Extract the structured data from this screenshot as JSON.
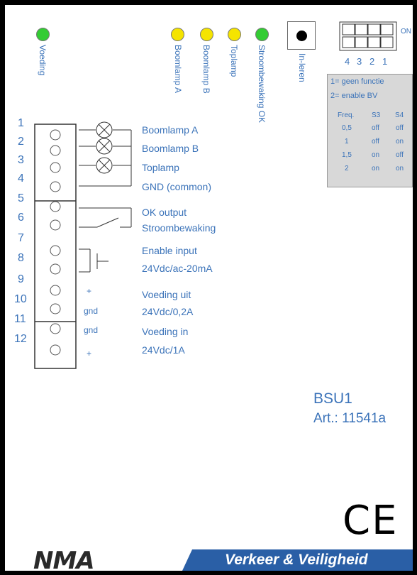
{
  "leds": {
    "voeding": {
      "label": "Voeding",
      "color": "#33cc33"
    },
    "boomlamp_a": {
      "label": "Boomlamp A",
      "color": "#f5e400"
    },
    "boomlamp_b": {
      "label": "Boomlamp B",
      "color": "#f5e400"
    },
    "toplamp": {
      "label": "Toplamp",
      "color": "#f5e400"
    },
    "stroombewaking": {
      "label": "Stroombewaking OK",
      "color": "#33cc33"
    }
  },
  "inleren": {
    "label": "In-leren"
  },
  "dip": {
    "on_label": "ON",
    "numbers": [
      "4",
      "3",
      "2",
      "1"
    ]
  },
  "info": {
    "line1": "1= geen functie",
    "line2": "2= enable BV",
    "headers": [
      "Freq.",
      "S3",
      "S4"
    ],
    "rows": [
      [
        "0,5",
        "off",
        "off"
      ],
      [
        "1",
        "off",
        "on"
      ],
      [
        "1,5",
        "on",
        "off"
      ],
      [
        "2",
        "on",
        "on"
      ]
    ]
  },
  "pins": [
    "1",
    "2",
    "3",
    "4",
    "5",
    "6",
    "7",
    "8",
    "9",
    "10",
    "11",
    "12"
  ],
  "terminal_labels": {
    "boomlamp_a": "Boomlamp A",
    "boomlamp_b": "Boomlamp B",
    "toplamp": "Toplamp",
    "gnd_common": "GND (common)",
    "ok_output": "OK output",
    "stroombewaking": "Stroombewaking",
    "enable_input": "Enable input",
    "enable_spec": "24Vdc/ac-20mA",
    "voeding_uit": "Voeding uit",
    "voeding_uit_spec": "24Vdc/0,2A",
    "voeding_in": "Voeding in",
    "voeding_in_spec": "24Vdc/1A"
  },
  "polarity": {
    "plus_out": "+",
    "gnd_out": "gnd",
    "gnd_in": "gnd",
    "plus_in": "+"
  },
  "product": {
    "name": "BSU1",
    "article": "Art.: 11541a"
  },
  "ce_mark": "CE",
  "footer": {
    "logo": "NMA",
    "tagline": "Verkeer & Veiligheid",
    "bar_color": "#2a5fa6"
  }
}
